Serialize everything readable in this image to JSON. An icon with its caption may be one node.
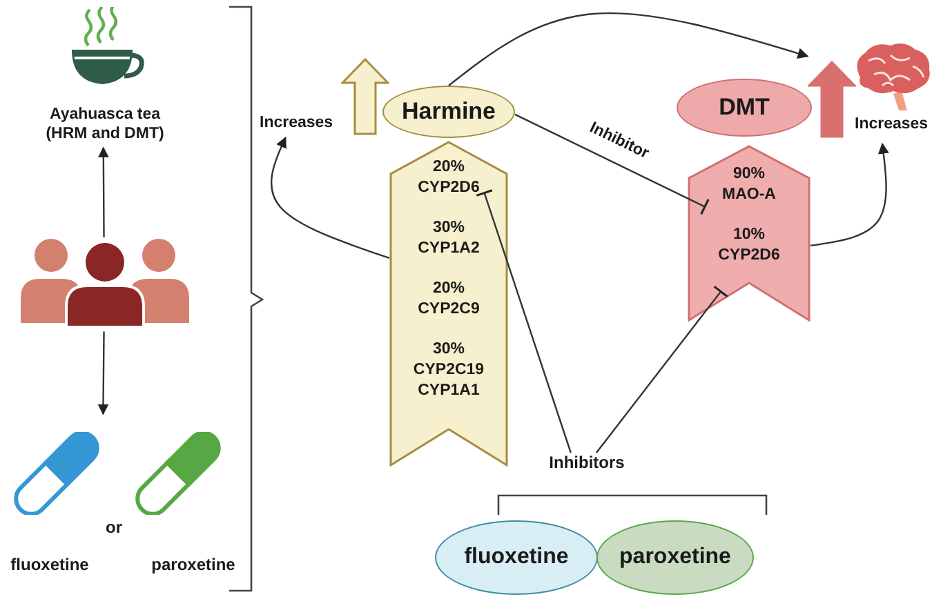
{
  "diagram": {
    "nodes": [
      {
        "text": [
          "Ayahuasca tea (HRM and DMT)"
        ]
      },
      {
        "text": [],
        "shape": "person"
      },
      {
        "text": [
          "or",
          "fluoxetine",
          "paroxetine"
        ]
      },
      {
        "text": [
          "Harmine"
        ]
      },
      {
        "text": [
          "20% CYP2D6",
          "30% CYP1A2",
          "20% CYP2C9",
          "30% CYP2C19 CYP1A1"
        ]
      },
      {
        "text": [
          "Increases"
        ]
      },
      {
        "text": [
          "DMT"
        ]
      },
      {
        "text": [
          "90% MAO-A",
          "10% CYP2D6"
        ]
      },
      {
        "text": [
          "Increases"
        ]
      },
      {
        "text": [
          "Inhibitors"
        ]
      },
      {
        "text": [
          "fluoxetine"
        ]
      },
      {
        "text": [
          "paroxetine"
        ]
      }
    ],
    "edges": [
      {
        "from": 1,
        "to": 0,
        "arrow": "to"
      },
      {
        "from": 1,
        "to": 2,
        "arrow": "to"
      },
      {
        "from": 3,
        "to": 7,
        "arrow": "other",
        "label": "Inhibitor"
      },
      {
        "from": 3,
        "to": 8,
        "arrow": "to"
      },
      {
        "from": 4,
        "to": 5,
        "arrow": "to"
      },
      {
        "from": 7,
        "to": 8,
        "arrow": "to"
      },
      {
        "from": 9,
        "to": 4,
        "arrow": "other"
      },
      {
        "from": 9,
        "to": 7,
        "arrow": "other"
      }
    ]
  }
}
